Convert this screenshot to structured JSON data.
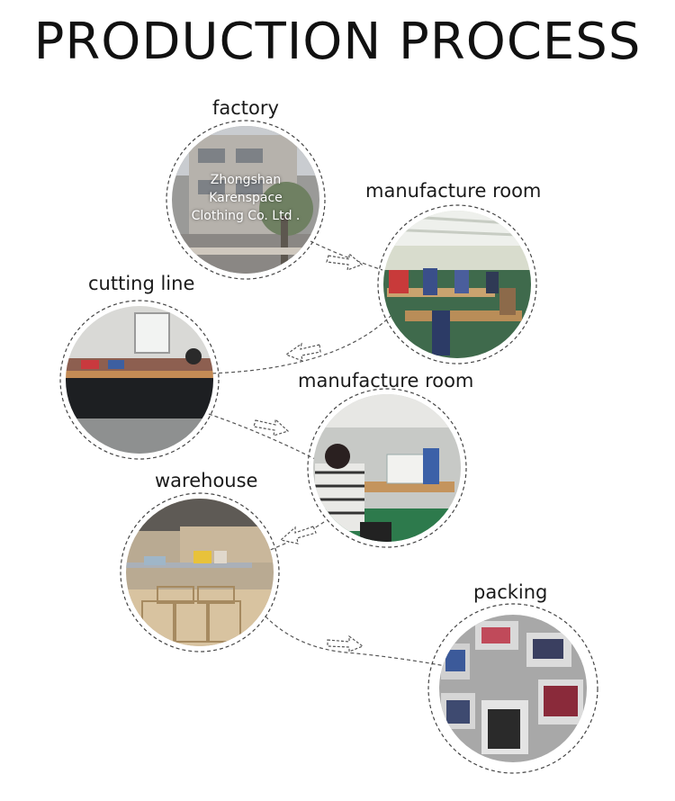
{
  "title": "PRODUCTION PROCESS",
  "steps": [
    {
      "label": "factory",
      "overlay": [
        "Zhongshan",
        "Karenspace",
        "Clothing Co. Ltd ."
      ]
    },
    {
      "label": "manufacture room"
    },
    {
      "label": "cutting line"
    },
    {
      "label": "manufacture room"
    },
    {
      "label": "warehouse"
    },
    {
      "label": "packing"
    }
  ]
}
